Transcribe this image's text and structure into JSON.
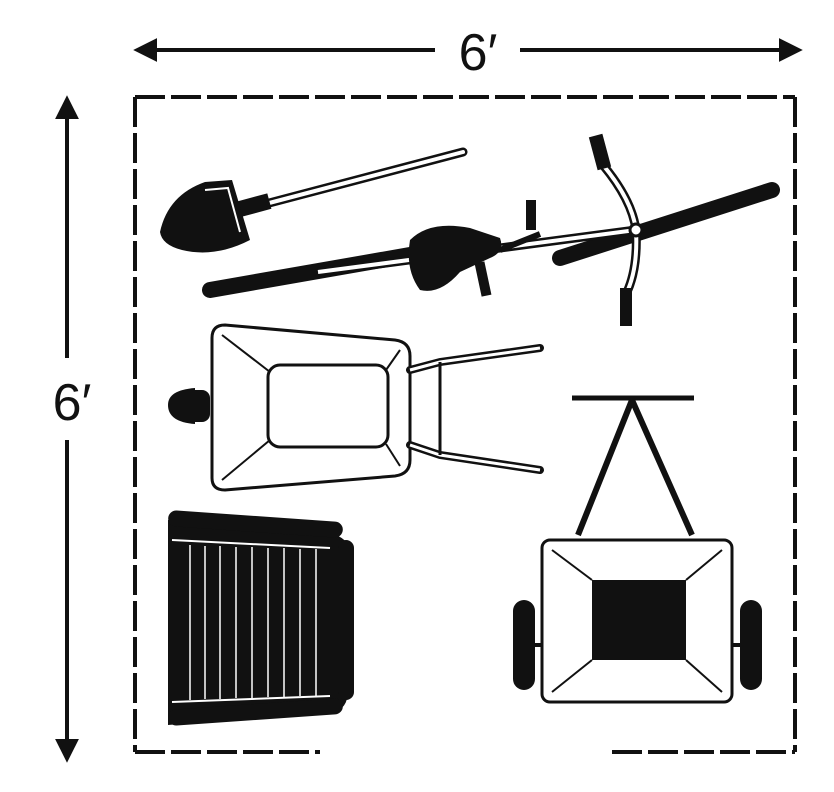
{
  "dimensions": {
    "width_label": "6′",
    "height_label": "6′"
  },
  "items": [
    {
      "id": "shovel",
      "icon": "shovel-icon"
    },
    {
      "id": "bicycle",
      "icon": "bicycle-icon"
    },
    {
      "id": "wheelbarrow",
      "icon": "wheelbarrow-icon"
    },
    {
      "id": "lawn-chair",
      "icon": "lawn-chair-icon"
    },
    {
      "id": "garden-cart",
      "icon": "garden-cart-icon"
    }
  ],
  "colors": {
    "ink": "#111111",
    "paper": "#ffffff"
  }
}
